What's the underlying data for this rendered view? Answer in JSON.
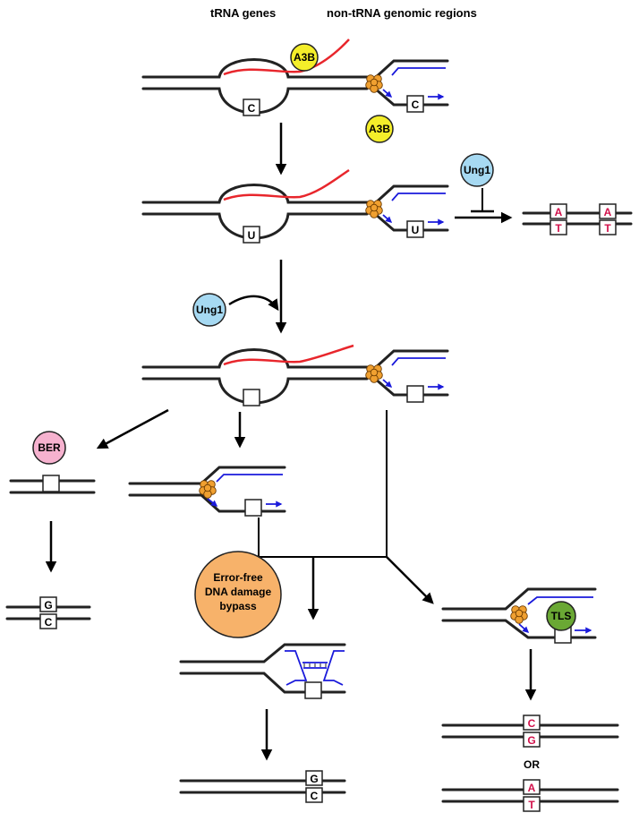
{
  "headers": {
    "trna_genes": "tRNA genes",
    "non_trna": "non-tRNA genomic regions"
  },
  "proteins": {
    "a3b": "A3B",
    "ung1": "Ung1",
    "ber": "BER",
    "tls": "TLS",
    "error_free": [
      "Error-free",
      "DNA damage",
      "bypass"
    ]
  },
  "bases": {
    "c": "C",
    "u": "U",
    "a": "A",
    "t": "T",
    "g": "G"
  },
  "or_label": "OR",
  "colors": {
    "a3b": "#f4ee2a",
    "ung1": "#a6d9f2",
    "ber": "#f6b2cf",
    "tls": "#6aa834",
    "error_free": "#f7b26a",
    "polymerase": "#f0a030",
    "rna": "#e8262c",
    "nascent": "#1a1adb",
    "mutation_base": "#d1104a"
  }
}
